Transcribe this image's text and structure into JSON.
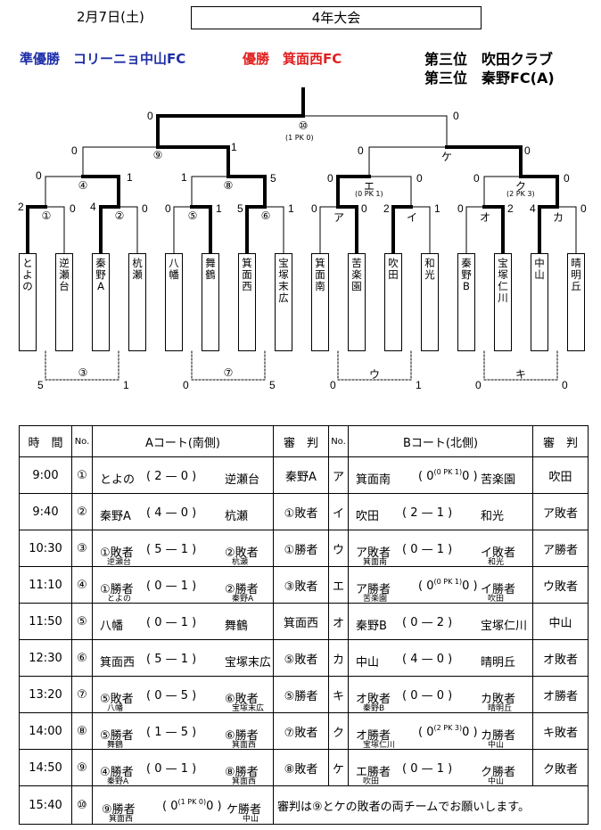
{
  "header": {
    "date": "2月7日(土)",
    "title": "4年大会"
  },
  "results": {
    "runner_up": "準優勝　コリーニョ中山FC",
    "winner": "優勝　箕面西FC",
    "third_1": "第三位　吹田クラブ",
    "third_2": "第三位　秦野FC(A)"
  },
  "bracket": {
    "final_label": "⑩",
    "final_pk": "(1 PK 0)",
    "left_semi": "⑨",
    "right_semi": "ケ",
    "qf": [
      "④",
      "⑧",
      "エ",
      "ク"
    ],
    "qf_pk": [
      "",
      "",
      "(0 PK 1)",
      "(2 PK 3)"
    ],
    "r1": [
      "①",
      "②",
      "⑤",
      "⑥",
      "ア",
      "イ",
      "オ",
      "カ"
    ],
    "teams": [
      "とよの",
      "逆瀬台",
      "秦野A",
      "杭瀬",
      "八幡",
      "舞鶴",
      "箕面西",
      "宝塚末広",
      "箕面南",
      "苦楽園",
      "吹田",
      "和光",
      "秦野B",
      "宝塚仁川",
      "中山",
      "晴明丘"
    ],
    "consolation": [
      "③",
      "⑦",
      "ウ",
      "キ"
    ],
    "consolation_scores": [
      [
        "5",
        "1"
      ],
      [
        "0",
        "5"
      ],
      [
        "0",
        "1"
      ],
      [
        "0",
        "0"
      ]
    ],
    "scores": {
      "final": [
        "0",
        "0"
      ],
      "semi_left": [
        "0",
        "1"
      ],
      "semi_right": [
        "0",
        "0"
      ],
      "qf4": [
        "0",
        "1"
      ],
      "qf8": [
        "1",
        "5"
      ],
      "qfE": [
        "0",
        "0"
      ],
      "qfK": [
        "0",
        "0"
      ],
      "r1_1": [
        "2",
        "0"
      ],
      "r1_2": [
        "4",
        "0"
      ],
      "r1_5": [
        "0",
        "1"
      ],
      "r1_6": [
        "5",
        "1"
      ],
      "r1_A": [
        "0",
        "0"
      ],
      "r1_I": [
        "2",
        "1"
      ],
      "r1_O": [
        "0",
        "2"
      ],
      "r1_Ka": [
        "4",
        "0"
      ]
    }
  },
  "schedule": {
    "headers": [
      "時　間",
      "No.",
      "Aコート(南側)",
      "審　判",
      "No.",
      "Bコート(北側)",
      "審　判"
    ],
    "rows": [
      {
        "time": "9:00",
        "no_a": "①",
        "a_left": "とよの",
        "a_score": "( 2 — 0 )",
        "a_right": "逆瀬台",
        "a_left_sub": "",
        "a_right_sub": "",
        "ref_a": "秦野A",
        "no_b": "ア",
        "b_left": "箕面南",
        "b_score": "( 0",
        "b_pk": "(0 PK 1)",
        "b_score2": "0 )",
        "b_right": "苦楽園",
        "b_left_sub": "",
        "b_right_sub": "",
        "ref_b": "吹田"
      },
      {
        "time": "9:40",
        "no_a": "②",
        "a_left": "秦野A",
        "a_score": "( 4 — 0 )",
        "a_right": "杭瀬",
        "a_left_sub": "",
        "a_right_sub": "",
        "ref_a": "①敗者",
        "no_b": "イ",
        "b_left": "吹田",
        "b_score": "( 2 — 1 )",
        "b_pk": "",
        "b_score2": "",
        "b_right": "和光",
        "b_left_sub": "",
        "b_right_sub": "",
        "ref_b": "ア敗者"
      },
      {
        "time": "10:30",
        "no_a": "③",
        "a_left": "①敗者",
        "a_score": "( 5 — 1 )",
        "a_right": "②敗者",
        "a_left_sub": "逆瀬台",
        "a_right_sub": "杭瀬",
        "ref_a": "①勝者",
        "no_b": "ウ",
        "b_left": "ア敗者",
        "b_score": "( 0 — 1 )",
        "b_pk": "",
        "b_score2": "",
        "b_right": "イ敗者",
        "b_left_sub": "箕面南",
        "b_right_sub": "和光",
        "ref_b": "ア勝者"
      },
      {
        "time": "11:10",
        "no_a": "④",
        "a_left": "①勝者",
        "a_score": "( 0 — 1 )",
        "a_right": "②勝者",
        "a_left_sub": "とよの",
        "a_right_sub": "秦野A",
        "ref_a": "③敗者",
        "no_b": "エ",
        "b_left": "ア勝者",
        "b_score": "( 0",
        "b_pk": "(0 PK 1)",
        "b_score2": "0 )",
        "b_right": "イ勝者",
        "b_left_sub": "苦楽園",
        "b_right_sub": "吹田",
        "ref_b": "ウ敗者"
      },
      {
        "time": "11:50",
        "no_a": "⑤",
        "a_left": "八幡",
        "a_score": "( 0 — 1 )",
        "a_right": "舞鶴",
        "a_left_sub": "",
        "a_right_sub": "",
        "ref_a": "箕面西",
        "no_b": "オ",
        "b_left": "秦野B",
        "b_score": "( 0 — 2 )",
        "b_pk": "",
        "b_score2": "",
        "b_right": "宝塚仁川",
        "b_left_sub": "",
        "b_right_sub": "",
        "ref_b": "中山"
      },
      {
        "time": "12:30",
        "no_a": "⑥",
        "a_left": "箕面西",
        "a_score": "( 5 — 1 )",
        "a_right": "宝塚末広",
        "a_left_sub": "",
        "a_right_sub": "",
        "ref_a": "⑤敗者",
        "no_b": "カ",
        "b_left": "中山",
        "b_score": "( 4 — 0 )",
        "b_pk": "",
        "b_score2": "",
        "b_right": "晴明丘",
        "b_left_sub": "",
        "b_right_sub": "",
        "ref_b": "オ敗者"
      },
      {
        "time": "13:20",
        "no_a": "⑦",
        "a_left": "⑤敗者",
        "a_score": "( 0 — 5 )",
        "a_right": "⑥敗者",
        "a_left_sub": "八幡",
        "a_right_sub": "宝塚末広",
        "ref_a": "⑤勝者",
        "no_b": "キ",
        "b_left": "オ敗者",
        "b_score": "( 0 — 0 )",
        "b_pk": "",
        "b_score2": "",
        "b_right": "カ敗者",
        "b_left_sub": "秦野B",
        "b_right_sub": "晴明丘",
        "ref_b": "オ勝者"
      },
      {
        "time": "14:00",
        "no_a": "⑧",
        "a_left": "⑤勝者",
        "a_score": "( 1 — 5 )",
        "a_right": "⑥勝者",
        "a_left_sub": "舞鶴",
        "a_right_sub": "箕面西",
        "ref_a": "⑦敗者",
        "no_b": "ク",
        "b_left": "オ勝者",
        "b_score": "( 0",
        "b_pk": "(2 PK 3)",
        "b_score2": "0 )",
        "b_right": "カ勝者",
        "b_left_sub": "宝塚仁川",
        "b_right_sub": "中山",
        "ref_b": "キ敗者"
      },
      {
        "time": "14:50",
        "no_a": "⑨",
        "a_left": "④勝者",
        "a_score": "( 0 — 1 )",
        "a_right": "⑧勝者",
        "a_left_sub": "秦野A",
        "a_right_sub": "箕面西",
        "ref_a": "⑧敗者",
        "no_b": "ケ",
        "b_left": "エ勝者",
        "b_score": "( 0 — 1 )",
        "b_pk": "",
        "b_score2": "",
        "b_right": "ク勝者",
        "b_left_sub": "吹田",
        "b_right_sub": "中山",
        "ref_b": "ク敗者"
      }
    ],
    "last_row": {
      "time": "15:40",
      "no": "⑩",
      "left": "⑨勝者",
      "score1": "( 0",
      "pk": "(1 PK 0)",
      "score2": "0 )",
      "right": "ケ勝者",
      "left_sub": "箕面西",
      "right_sub": "中山",
      "note": "審判は⑨とケの敗者の両チームでお願いします。"
    }
  }
}
